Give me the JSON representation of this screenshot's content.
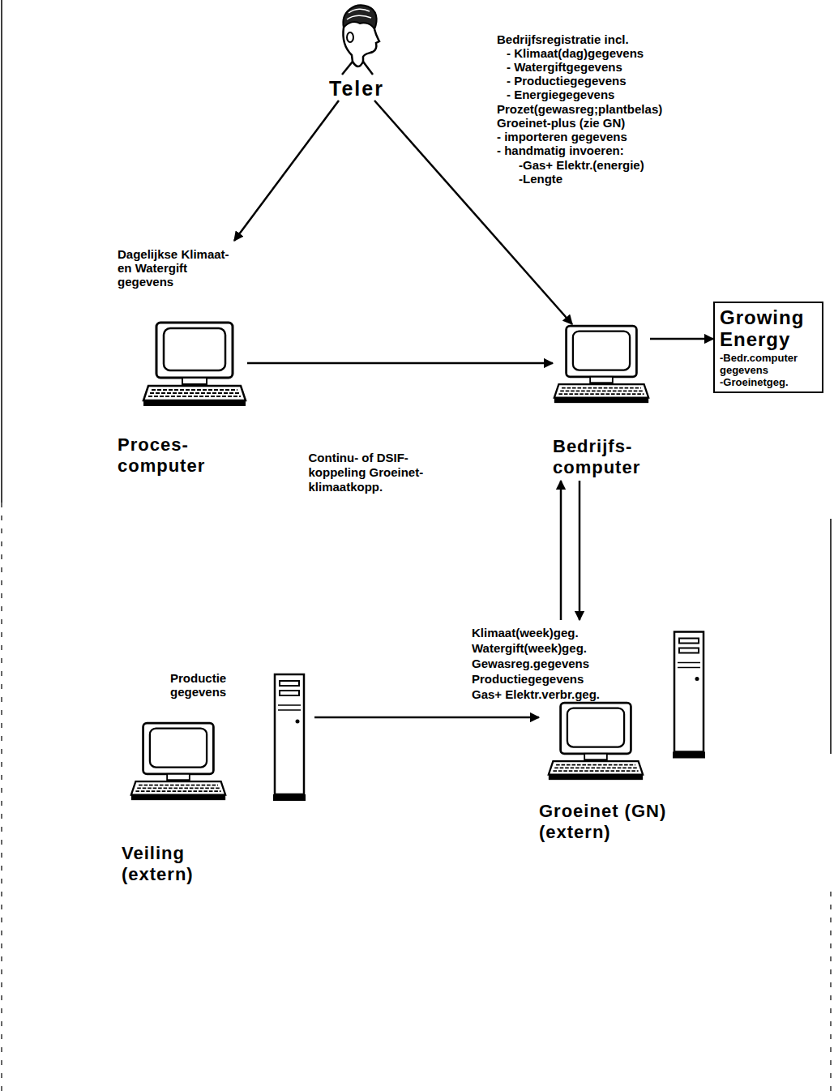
{
  "diagram": {
    "nodes": [
      {
        "text": [
          "Teler"
        ]
      },
      {
        "text": [
          "Dagelijkse Klimaat-en Watergift gegevens",
          "Proces- computer"
        ]
      },
      {
        "text": [
          "Bedrijfs- computer"
        ]
      },
      {
        "text": [
          "Growing Energy",
          "-Bedr.computer gegevens",
          "-Groeinetgeg."
        ]
      },
      {
        "text": [
          "Productie gegevens",
          "Veiling (extern)"
        ]
      },
      {
        "text": [
          "Klimaat(week)geg. Watergift(week)geg. Gewasreg.gegevens Productiegegevens Gas+ Elektr.verbr.geg.",
          "Groeinet (GN) (extern)"
        ]
      }
    ],
    "edges": [
      {
        "from": 0,
        "to": 1,
        "arrow": "to"
      },
      {
        "from": 0,
        "to": 2,
        "arrow": "to"
      },
      {
        "from": 1,
        "to": 2,
        "label": "Continu- of DSIF-koppeling Groeinet-klimaatkopp.",
        "arrow": "to"
      },
      {
        "from": 2,
        "to": 3,
        "arrow": "to"
      },
      {
        "from": 5,
        "to": 2,
        "arrow": "to"
      },
      {
        "from": 2,
        "to": 5,
        "arrow": "to"
      },
      {
        "from": 4,
        "to": 5,
        "arrow": "to"
      }
    ],
    "labels": [
      "Bedrijfsregistratie incl.",
      "- Klimaat(dag)gegevens",
      "- Watergiftgegevens",
      "- Productiegegevens",
      "- Energiegegevens",
      "Prozet(gewasreg;plantbelas)",
      "Groeinet-plus (zie GN)",
      "- importeren gegevens",
      "- handmatig invoeren:",
      "-Gas+ Elektr.(energie)",
      "-Lengte"
    ]
  }
}
